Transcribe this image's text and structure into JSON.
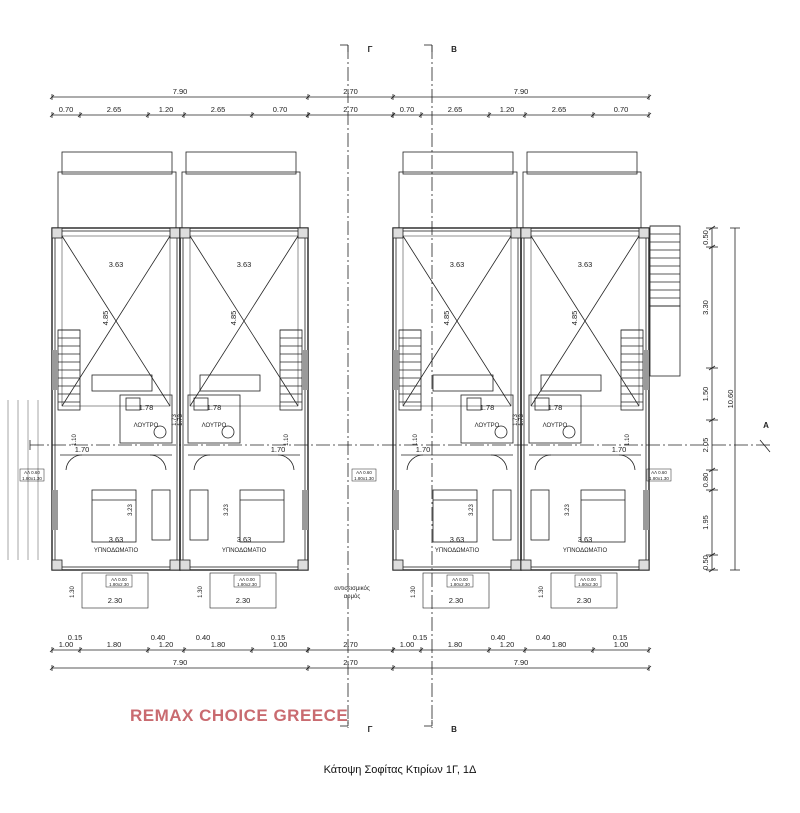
{
  "caption": "Κάτοψη Σοφίτας Κτιρίων 1Γ, 1Δ",
  "watermark": "REMAX CHOICE GREECE",
  "colors": {
    "watermark": "#c96b70",
    "line": "#222222",
    "wall_hatch": "#9a9a9a"
  },
  "section_marks": {
    "top": [
      "Γ",
      "Β"
    ],
    "bottom": [
      "Γ",
      "Β"
    ],
    "right": "Α"
  },
  "top_dims": {
    "overall": [
      "7.90",
      "2.70",
      "7.90"
    ],
    "detail_left": [
      "0.70",
      "2.65",
      "1.20",
      "2.65",
      "0.70"
    ],
    "middle": "2.70",
    "detail_right": [
      "0.70",
      "2.65",
      "1.20",
      "2.65",
      "0.70"
    ]
  },
  "bottom_dims": {
    "row1_left": [
      "0.15",
      "0.40",
      "0.40",
      "0.15"
    ],
    "row1_middle": "2.70",
    "row1_right": [
      "0.15",
      "0.40",
      "0.40",
      "0.15"
    ],
    "row2_left": [
      "1.00",
      "1.80",
      "1.20",
      "1.80",
      "1.00"
    ],
    "row2_middle": "2.70",
    "row2_right": [
      "1.00",
      "1.80",
      "1.20",
      "1.80",
      "1.00"
    ],
    "overall": [
      "7.90",
      "2.70",
      "7.90"
    ]
  },
  "right_dims": {
    "segments": [
      "0.50",
      "3.30",
      "1.50",
      "2.05",
      "0.80",
      "1.95",
      "0.50"
    ],
    "total": "10.60"
  },
  "units": {
    "room_width": "3.63",
    "room_depth": "4.85",
    "bath_width": "1.78",
    "bath_depth": "1.73",
    "small_depth": "1.10",
    "corridor": "1.70",
    "stair_dim": "3.23",
    "bath_label": "ΛΟΥΤΡΟ",
    "bedroom_label": "ΥΠΝΟΔΩΜΑΤΙΟ",
    "balcony_width": "2.30",
    "balcony_depth": "1.30"
  },
  "window_tag": {
    "line1": "ΑΛ 0.60",
    "line2": "1.80x1.30"
  },
  "door_tag": {
    "line1": "ΑΛ 0.00",
    "line2": "1.80x2.30"
  },
  "joint_label": [
    "αντισεισμικός",
    "αρμός"
  ]
}
